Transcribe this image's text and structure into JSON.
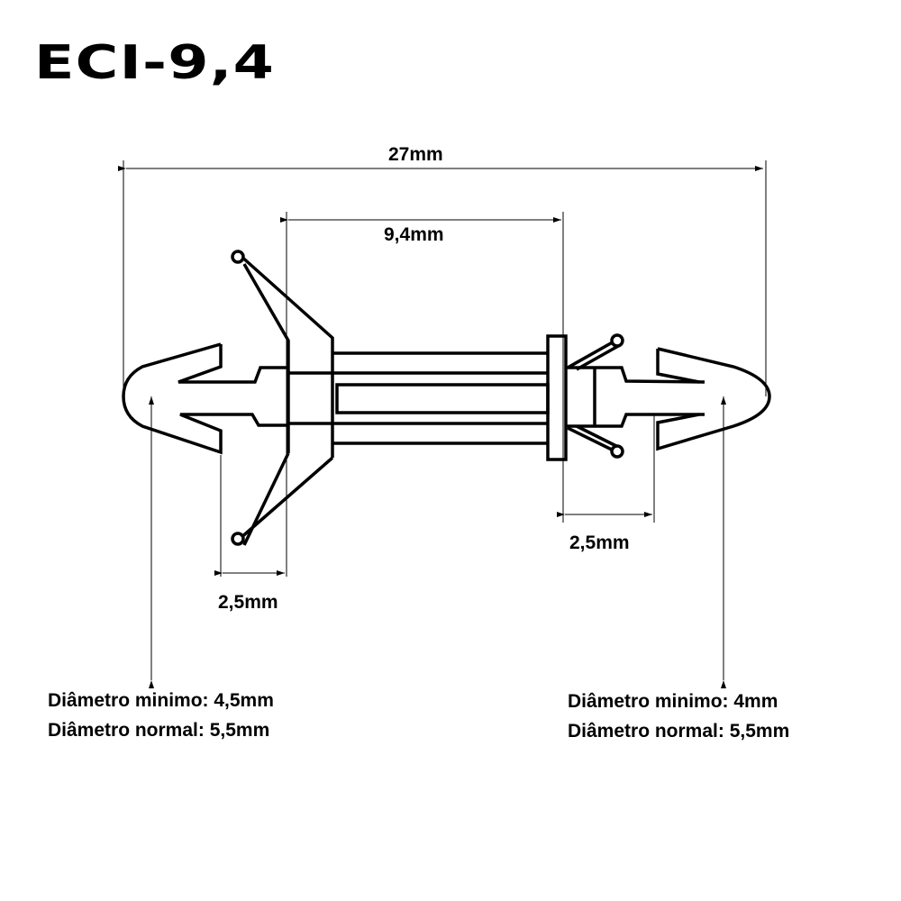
{
  "title": "ECI-9,4",
  "dimensions": {
    "overall_length": "27mm",
    "body_length": "9,4mm",
    "left_gap": "2,5mm",
    "right_gap": "2,5mm"
  },
  "left_notes": {
    "min_diameter": "Diâmetro minimo: 4,5mm",
    "normal_diameter": "Diâmetro normal: 5,5mm"
  },
  "right_notes": {
    "min_diameter": "Diâmetro minimo: 4mm",
    "normal_diameter": "Diâmetro normal: 5,5mm"
  }
}
